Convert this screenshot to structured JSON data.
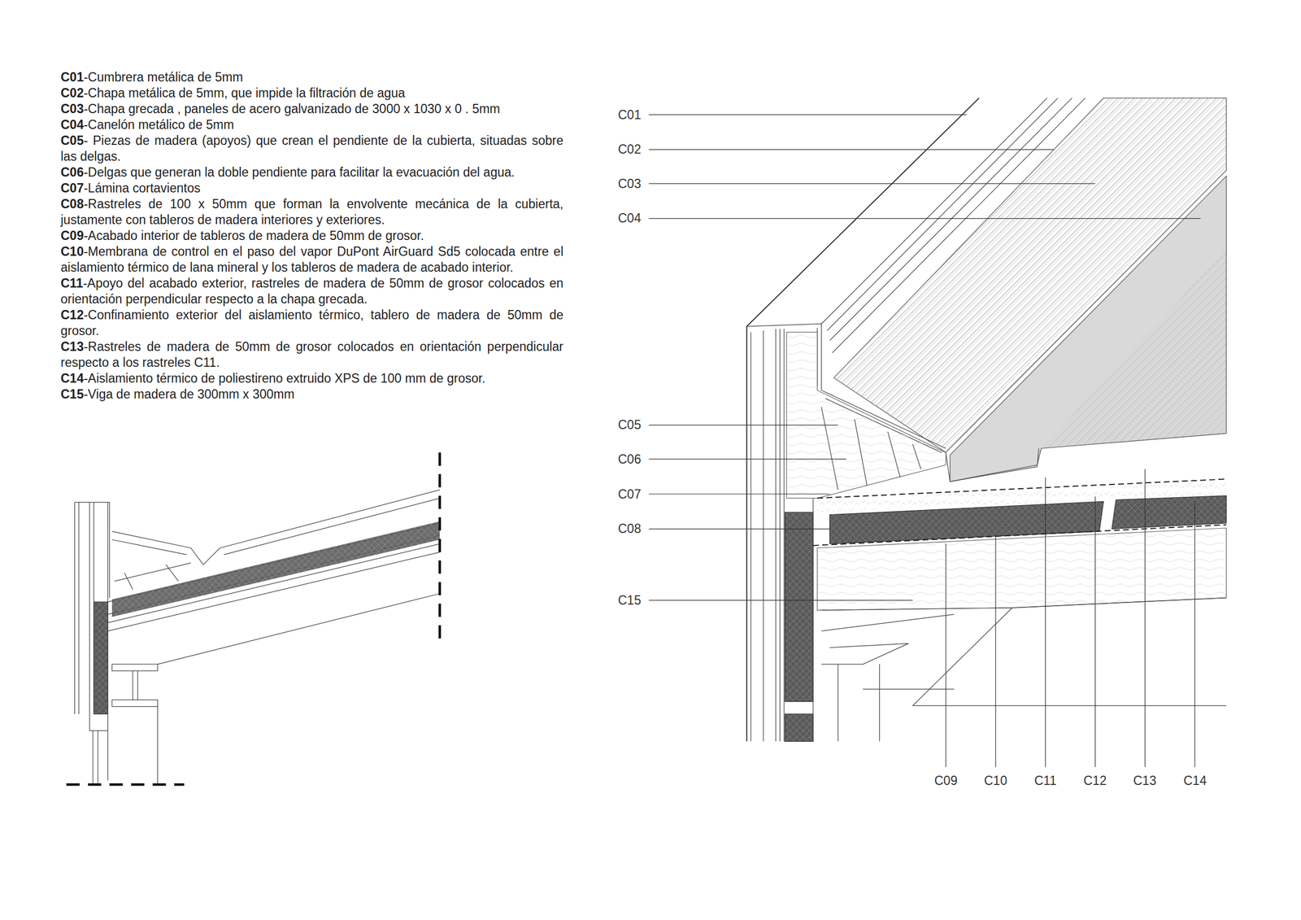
{
  "diagram": {
    "labels": [
      "C01",
      "-Cumbrera metálica de 5mm",
      "C02",
      "-Chapa metálica de 5mm, que impide la filtración de agua",
      "C03",
      "-Chapa grecada , paneles de acero galvanizado de 3000 x 1030 x 0 . 5mm",
      "C04",
      "-Canelón metálico de 5mm",
      "C05",
      "- Piezas de madera (apoyos) que crean el pendiente de la cubierta, situadas sobre las delgas.",
      "C06",
      "-Delgas que generan la doble pendiente para facilitar la evacuación del agua.",
      "C07",
      "-Lámina cortavientos",
      "C08",
      "-Rastreles de 100 x 50mm que forman la envolvente mecánica de la cubierta, justamente con tableros de madera interiores y exteriores.",
      "C09",
      "-Acabado interior de tableros de madera de 50mm de grosor.",
      "C10",
      "-Membrana de control en el paso del vapor DuPont AirGuard Sd5 colocada entre el aislamiento térmico de lana mineral y los tableros de madera de acabado interior.",
      "C11",
      "-Apoyo del acabado exterior, rastreles de madera de 50mm de grosor colocados en orientación perpendicular respecto a la chapa grecada.",
      "C12",
      "-Confinamiento exterior del aislamiento térmico, tablero de madera de 50mm de grosor.",
      "C13",
      "-Rastreles de madera de 50mm de grosor colocados en orientación perpendicular respecto a los rastreles C11.",
      "C14",
      "-Aislamiento térmico de poliestireno extruido XPS de 100 mm de grosor.",
      "C15",
      "-Viga de madera de 300mm x 300mm",
      "C01",
      "C02",
      "C03",
      "C04",
      "C05",
      "C06",
      "C07",
      "C08",
      "C15",
      "C09",
      "C10",
      "C11",
      "C12",
      "C13",
      "C14"
    ]
  }
}
